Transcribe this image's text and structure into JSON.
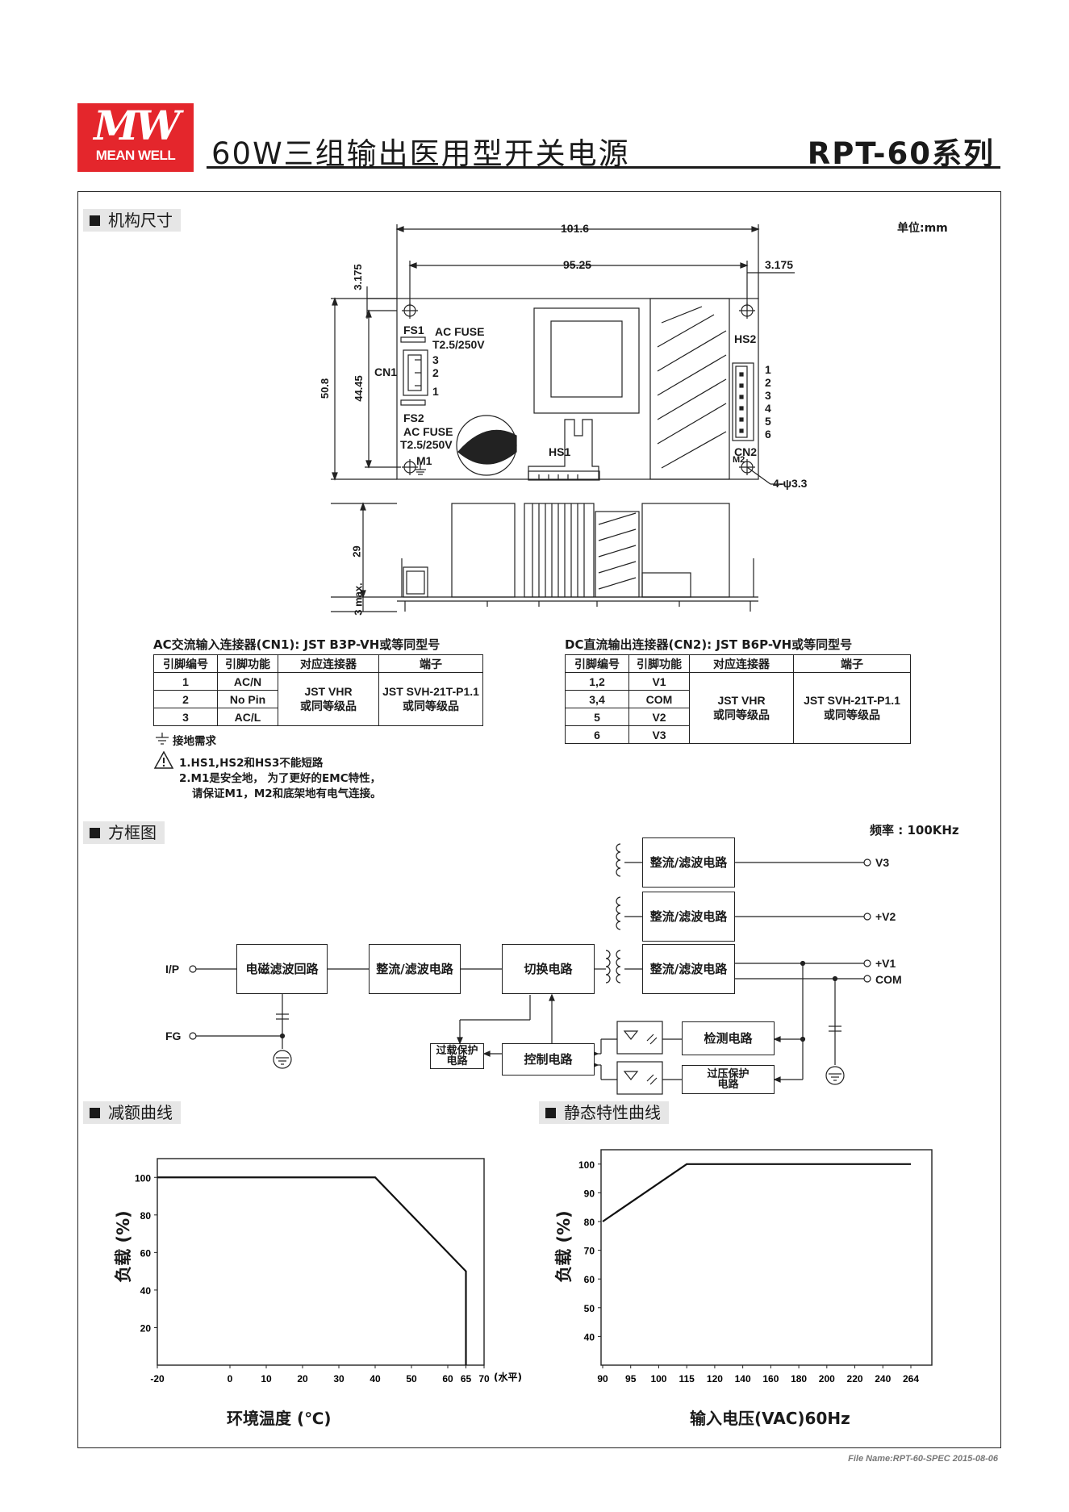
{
  "header": {
    "logo_mw": "MW",
    "logo_text": "MEAN WELL",
    "title": "60W三组输出医用型开关电源",
    "series": "RPT-60系列"
  },
  "sections": {
    "mechanical": "机构尺寸",
    "block": "方框图",
    "derating": "减额曲线",
    "static": "静态特性曲线"
  },
  "mechanical": {
    "unit": "单位:mm",
    "dims": {
      "d101_6": "101.6",
      "d95_25": "95.25",
      "d3_175_top": "3.175",
      "d3_175_right": "3.175",
      "d50_8": "50.8",
      "d44_45": "44.45",
      "d29": "29",
      "d3max": "3 max.",
      "holes": "4-ψ3.3"
    },
    "labels": {
      "fs1": "FS1",
      "fs2": "FS2",
      "acfuse1": "AC FUSE",
      "rating1": "T2.5/250V",
      "acfuse2": "AC FUSE",
      "rating2": "T2.5/250V",
      "cn1": "CN1",
      "m1": "M1",
      "hs1": "HS1",
      "hs2": "HS2",
      "cn2": "CN2",
      "m2": "M2",
      "cn1_pin3": "3",
      "cn1_pin2": "2",
      "cn1_pin1": "1",
      "cn2_pin1": "1",
      "cn2_pin2": "2",
      "cn2_pin3": "3",
      "cn2_pin4": "4",
      "cn2_pin5": "5",
      "cn2_pin6": "6"
    }
  },
  "cn1": {
    "caption": "AC交流输入连接器(CN1): JST B3P-VH或等同型号",
    "headers": [
      "引脚编号",
      "引脚功能",
      "对应连接器",
      "端子"
    ],
    "rows": [
      [
        "1",
        "AC/N"
      ],
      [
        "2",
        "No Pin"
      ],
      [
        "3",
        "AC/L"
      ]
    ],
    "mating": [
      "JST VHR",
      "或同等级品"
    ],
    "terminal": [
      "JST SVH-21T-P1.1",
      "或同等级品"
    ]
  },
  "cn2": {
    "caption": "DC直流输出连接器(CN2): JST B6P-VH或等同型号",
    "headers": [
      "引脚编号",
      "引脚功能",
      "对应连接器",
      "端子"
    ],
    "rows": [
      [
        "1,2",
        "V1"
      ],
      [
        "3,4",
        "COM"
      ],
      [
        "5",
        "V2"
      ],
      [
        "6",
        "V3"
      ]
    ],
    "mating": [
      "JST VHR",
      "或同等级品"
    ],
    "terminal": [
      "JST SVH-21T-P1.1",
      "或同等级品"
    ]
  },
  "notes": {
    "ground": "接地需求",
    "note1": "1.HS1,HS2和HS3不能短路",
    "note2": "2.M1是安全地， 为了更好的EMC特性，",
    "note3": "请保证M1，M2和底架地有电气连接。"
  },
  "block_diagram": {
    "freq": "频率 : 100KHz",
    "ip": "I/P",
    "fg": "FG",
    "emi": "电磁滤波回路",
    "rect1": "整流/滤波电路",
    "switch": "切换电路",
    "rect_v1": "整流/滤波电路",
    "rect_v2": "整流/滤波电路",
    "rect_v3": "整流/滤波电路",
    "v3": "V3",
    "v2": "+V2",
    "v1": "+V1",
    "com": "COM",
    "detect": "检测电路",
    "control": "控制电路",
    "olp1": "过载保护",
    "olp2": "电路",
    "ovp1": "过压保护",
    "ovp2": "电路"
  },
  "chart_data": [
    {
      "type": "line",
      "name": "derating",
      "ylabel": "负载 (%)",
      "xlabel": "环境温度 (℃)",
      "x_ticks": [
        "-20",
        "0",
        "10",
        "20",
        "30",
        "40",
        "50",
        "60",
        "65",
        "70"
      ],
      "x_unit": "(水平)",
      "y_ticks": [
        "100",
        "80",
        "60",
        "40",
        "20"
      ],
      "xlim": [
        -20,
        70
      ],
      "ylim": [
        0,
        110
      ],
      "series": [
        {
          "x": [
            -20,
            40,
            65,
            65
          ],
          "y": [
            100,
            100,
            50,
            0
          ]
        }
      ]
    },
    {
      "type": "line",
      "name": "static",
      "ylabel": "负载 (%)",
      "xlabel": "输入电压(VAC)60Hz",
      "x_ticks": [
        "90",
        "95",
        "100",
        "115",
        "120",
        "140",
        "160",
        "180",
        "200",
        "220",
        "240",
        "264"
      ],
      "y_ticks": [
        "100",
        "90",
        "80",
        "70",
        "60",
        "50",
        "40"
      ],
      "ylim": [
        30,
        105
      ],
      "series": [
        {
          "x": [
            "90",
            "115",
            "264"
          ],
          "y": [
            80,
            100,
            100
          ]
        }
      ]
    }
  ],
  "footer": "File Name:RPT-60-SPEC   2015-08-06"
}
